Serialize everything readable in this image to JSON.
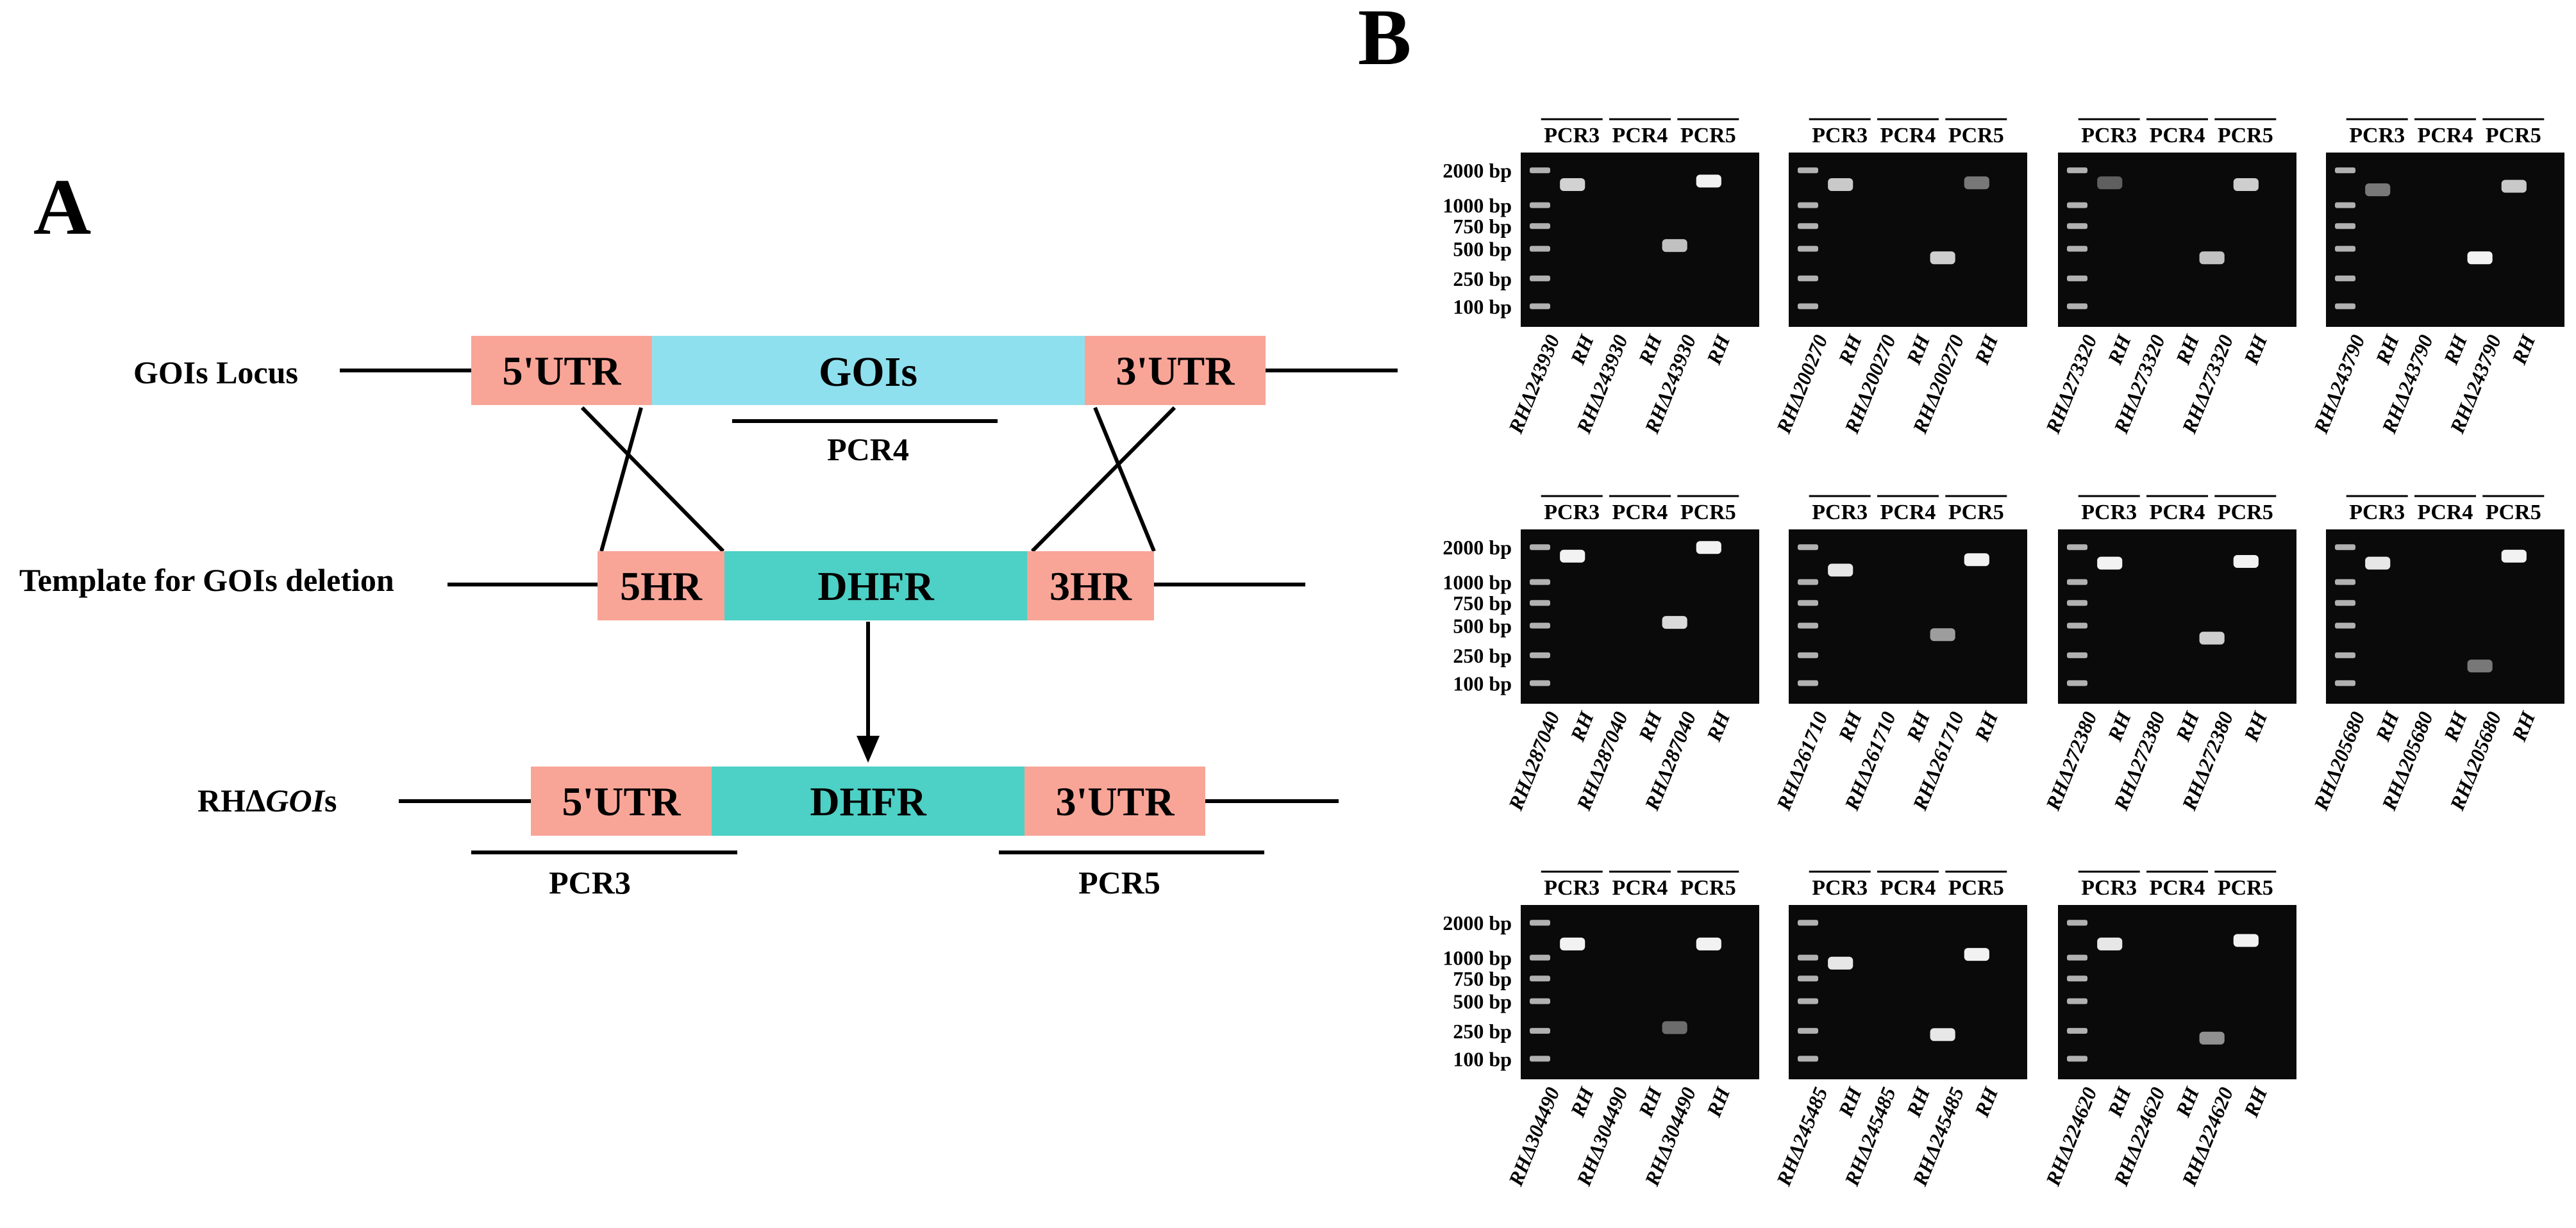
{
  "panel_a": {
    "letter": "A",
    "rows": [
      {
        "id": "locus",
        "label": "GOIs Locus",
        "boxes": [
          {
            "text": "5'UTR",
            "kind": "utr"
          },
          {
            "text": "GOIs",
            "kind": "gene"
          },
          {
            "text": "3'UTR",
            "kind": "utr"
          }
        ]
      },
      {
        "id": "template",
        "label": "Template for GOIs deletion",
        "boxes": [
          {
            "text": "5HR",
            "kind": "utr"
          },
          {
            "text": "DHFR",
            "kind": "dhfr"
          },
          {
            "text": "3HR",
            "kind": "utr"
          }
        ]
      },
      {
        "id": "mutant",
        "label_prefix": "RHΔ",
        "label_italic": "GOI",
        "label_suffix": "s",
        "boxes": [
          {
            "text": "5'UTR",
            "kind": "utr"
          },
          {
            "text": "DHFR",
            "kind": "dhfr"
          },
          {
            "text": "3'UTR",
            "kind": "utr"
          }
        ]
      }
    ],
    "pcr_labels": {
      "pcr4": "PCR4",
      "pcr3": "PCR3",
      "pcr5": "PCR5"
    },
    "colors": {
      "utr": "#f8a598",
      "gene": "#8fe0ee",
      "dhfr": "#4dd0c5",
      "line": "#000000"
    }
  },
  "panel_b": {
    "letter": "B",
    "pcr_headers": [
      "PCR3",
      "PCR4",
      "PCR5"
    ],
    "ladder_labels": [
      "2000 bp",
      "1000 bp",
      "750 bp",
      "500 bp",
      "250 bp",
      "100 bp"
    ],
    "lane_rh": "RH",
    "gels": [
      {
        "gene": "RHΔ243930",
        "pcr3": "+",
        "pcr4": "-",
        "pcr5": "+"
      },
      {
        "gene": "RHΔ200270",
        "pcr3": "+",
        "pcr4": "-",
        "pcr5": "+"
      },
      {
        "gene": "RHΔ273320",
        "pcr3": "+",
        "pcr4": "-",
        "pcr5": "+"
      },
      {
        "gene": "RHΔ243790",
        "pcr3": "+",
        "pcr4": "-",
        "pcr5": "+"
      },
      {
        "gene": "RHΔ287040",
        "pcr3": "+",
        "pcr4": "-",
        "pcr5": "+"
      },
      {
        "gene": "RHΔ261710",
        "pcr3": "+",
        "pcr4": "-",
        "pcr5": "+"
      },
      {
        "gene": "RHΔ272380",
        "pcr3": "+",
        "pcr4": "-",
        "pcr5": "+"
      },
      {
        "gene": "RHΔ205680",
        "pcr3": "+",
        "pcr4": "-",
        "pcr5": "+"
      },
      {
        "gene": "RHΔ304490",
        "pcr3": "+",
        "pcr4": "-",
        "pcr5": "+"
      },
      {
        "gene": "RHΔ245485",
        "pcr3": "+",
        "pcr4": "-",
        "pcr5": "+"
      },
      {
        "gene": "RHΔ224620",
        "pcr3": "+",
        "pcr4": "-",
        "pcr5": "+"
      }
    ]
  }
}
